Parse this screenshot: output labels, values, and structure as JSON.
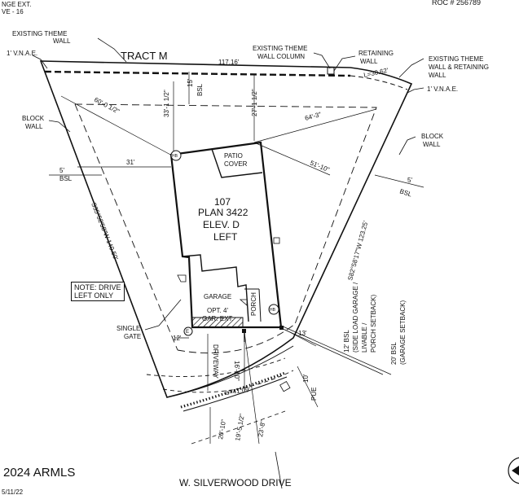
{
  "header": {
    "top_left_line1": "NGE EXT.",
    "top_left_line2": "VE - 16",
    "top_right": "ROC # 256789"
  },
  "callouts": {
    "existing_theme_wall": [
      "EXISTING THEME",
      "WALL"
    ],
    "vnae_left": "1' V.N.A.E.",
    "existing_theme_wall_column": [
      "EXISTING THEME",
      "WALL COLUMN"
    ],
    "retaining_wall": [
      "RETAINING",
      "WALL"
    ],
    "existing_theme_wall_retaining": [
      "EXISTING THEME",
      "WALL & RETAINING",
      "WALL"
    ],
    "vnae_right": "1' V.N.A.E.",
    "block_wall_left": [
      "BLOCK",
      "WALL"
    ],
    "block_wall_right": [
      "BLOCK",
      "WALL"
    ],
    "single_gate": [
      "SINGLE",
      "GATE"
    ],
    "note_drive": [
      "NOTE: DRIVE",
      "LEFT ONLY"
    ]
  },
  "tract": "TRACT M",
  "dimensions": {
    "top_line": "117.16'",
    "arc_top": "L=30.62'",
    "d_60": "60'-0 1/2\"",
    "d_33": "33'-1 1/2\"",
    "d_15_bsl": "15'",
    "bsl_15": "BSL",
    "d_27": "27'-1 1/2\"",
    "d_64": "64'-3\"",
    "d_31": "31'",
    "d_51": "51'-10\"",
    "left_5": "5'",
    "left_5_bsl": "BSL",
    "right_5": "5'",
    "right_5_bsl": "BSL",
    "left_bearing": "S35°52'58\"W 140.50'",
    "right_bearing": "S82°58'17\"W 123.25'",
    "d_12": "12'",
    "d_13": "13'",
    "driveway": "DRIVEWAY",
    "d_16": "16'-10\"",
    "arc_bottom": "L=41.09'",
    "d_10": "10'",
    "pue": "PUE",
    "d_20": "20'-10\"",
    "d_19": "19'-5 1/2\"",
    "d_23": "23'-8\""
  },
  "setbacks": {
    "side": [
      "12' BSL",
      "(SIDE LOAD GARAGE /",
      "LIVABLE /",
      "PORCH SETBACK)"
    ],
    "garage": [
      "20' BSL",
      "(GARAGE SETBACK)"
    ]
  },
  "house": {
    "lot": "107",
    "plan": "PLAN 3422",
    "elev": "ELEV. D",
    "orient": "LEFT",
    "patio": [
      "PATIO",
      "COVER"
    ],
    "garage": "GARAGE",
    "opt": [
      "OPT. 4'",
      "GAR. EXT."
    ],
    "porch": "PORCH",
    "hb": "HB",
    "e": "E"
  },
  "street": "W. SILVERWOOD DRIVE",
  "footer": {
    "copyright": "2024 ARMLS",
    "date": "5/11/22"
  }
}
